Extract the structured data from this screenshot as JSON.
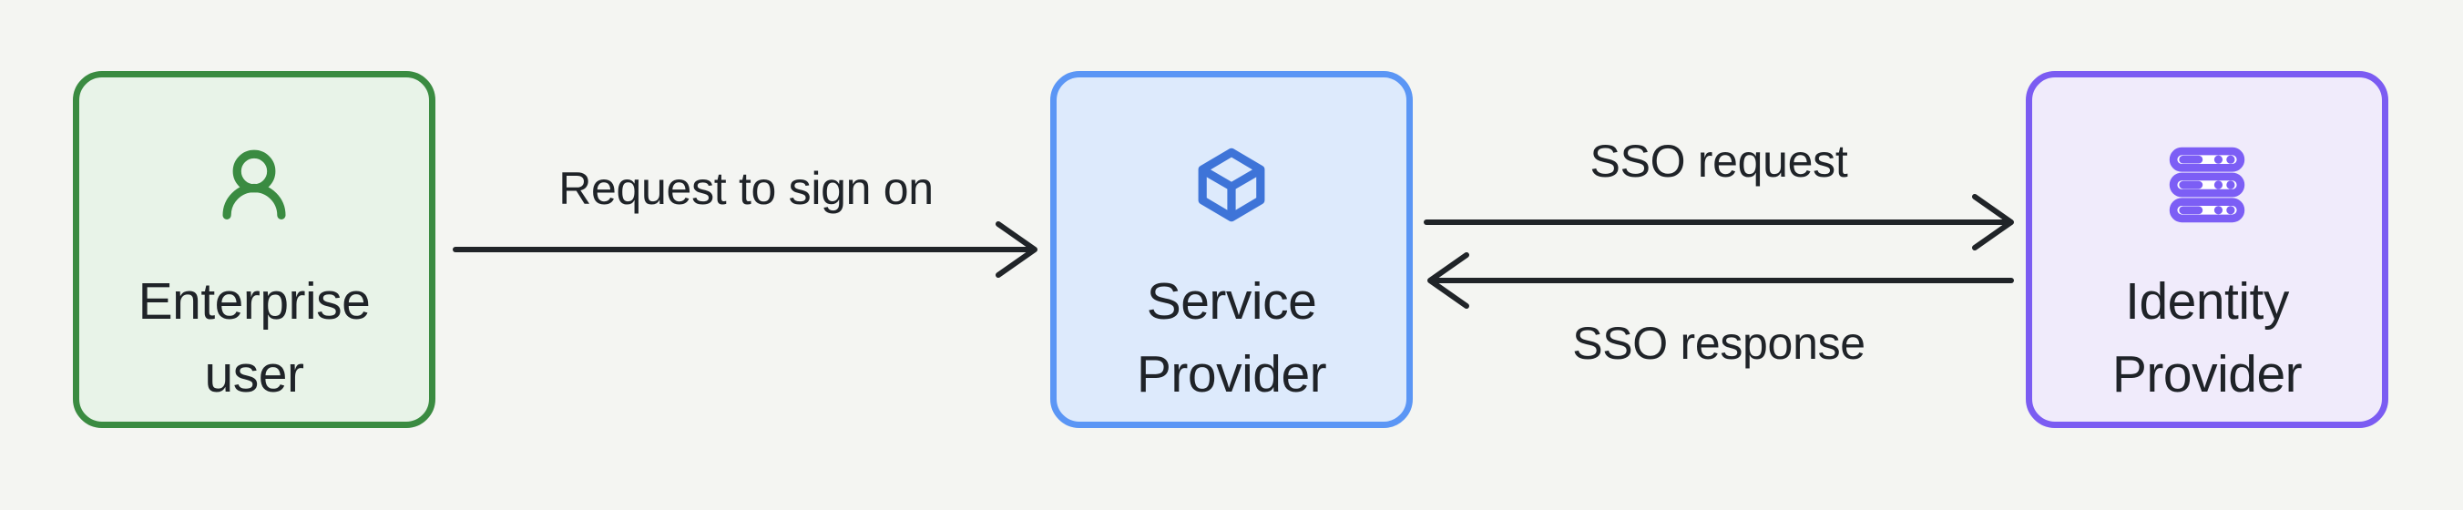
{
  "diagram": {
    "background_color": "#F4F5F2",
    "text_color": "#1F2328",
    "arrow_color": "#202428",
    "nodes": [
      {
        "id": "enterprise-user",
        "label": "Enterprise user",
        "line1": "Enterprise",
        "line2": "user",
        "icon": "user-icon",
        "border_color": "#3A8B41",
        "fill_color": "#E8F3E8",
        "icon_color": "#3A8B41"
      },
      {
        "id": "service-provider",
        "label": "Service Provider",
        "line1": "Service",
        "line2": "Provider",
        "icon": "cube-icon",
        "border_color": "#5B96F5",
        "fill_color": "#DDEAFC",
        "icon_color": "#3E74D8"
      },
      {
        "id": "identity-provider",
        "label": "Identity Provider",
        "line1": "Identity",
        "line2": "Provider",
        "icon": "server-stack-icon",
        "border_color": "#7B5CF2",
        "fill_color": "#7C5EF5",
        "icon_color": "#7C5EF5"
      }
    ],
    "edges": [
      {
        "id": "request-to-sign-on",
        "label": "Request to sign on",
        "from": "enterprise-user",
        "to": "service-provider",
        "direction": "right",
        "label_position": "above"
      },
      {
        "id": "sso-request",
        "label": "SSO request",
        "from": "service-provider",
        "to": "identity-provider",
        "direction": "right",
        "label_position": "above"
      },
      {
        "id": "sso-response",
        "label": "SSO response",
        "from": "identity-provider",
        "to": "service-provider",
        "direction": "left",
        "label_position": "below"
      }
    ]
  }
}
